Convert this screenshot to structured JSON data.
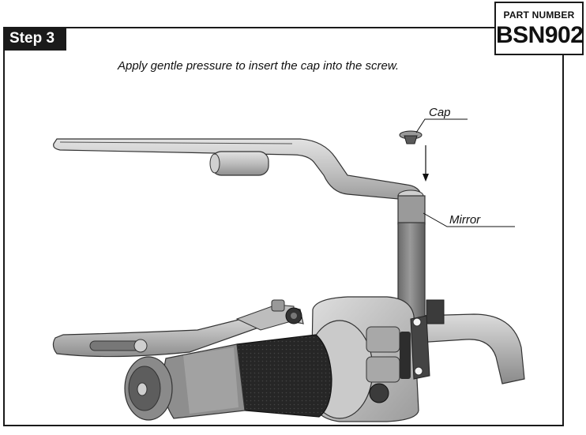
{
  "step": {
    "label": "Step 3"
  },
  "part": {
    "label": "PART NUMBER",
    "number": "BSN902"
  },
  "instruction": "Apply gentle pressure to insert the cap into the screw.",
  "callouts": {
    "cap": "Cap",
    "mirror": "Mirror"
  },
  "colors": {
    "frame": "#1a1a1a",
    "metal_light": "#c9c9c9",
    "metal_mid": "#a8a8a8",
    "metal_dark": "#7a7a7a",
    "rubber": "#2b2b2b"
  }
}
